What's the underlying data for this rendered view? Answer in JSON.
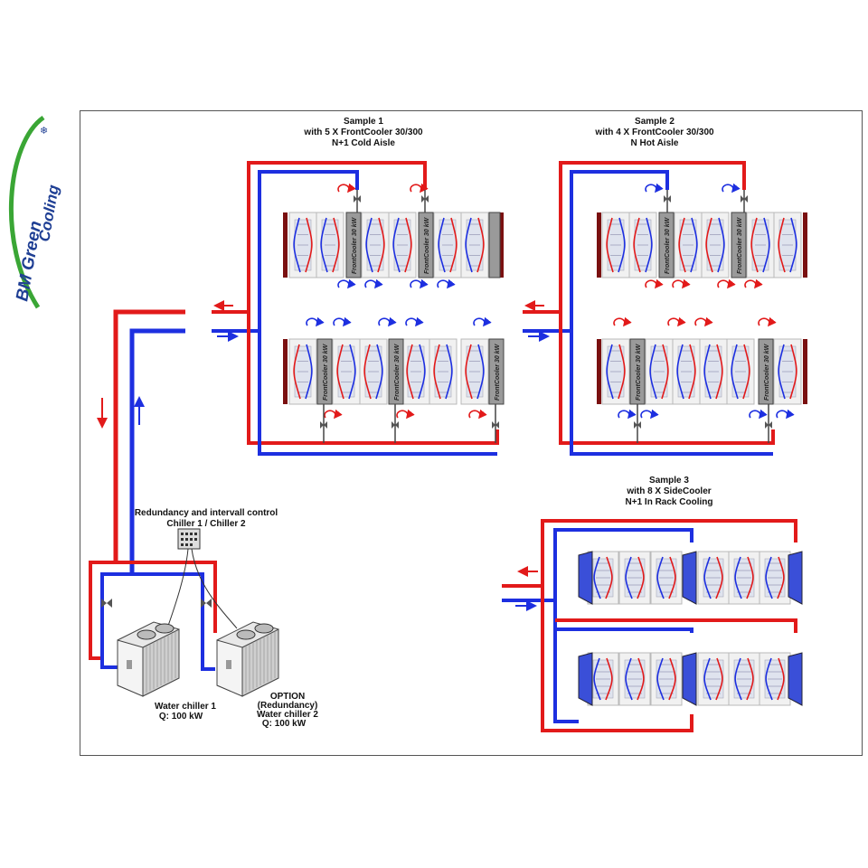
{
  "logo": {
    "line1": "BM Green",
    "line2": "Cooling",
    "colors": {
      "text": "#1f3f94",
      "swoosh": "#3aa635"
    }
  },
  "sample1": {
    "title": "Sample 1",
    "subtitle": "with 5 X FrontCooler 30/300",
    "mode": "N+1 Cold Aisle",
    "unit_label": "FrontCooler 30 kW"
  },
  "sample2": {
    "title": "Sample 2",
    "subtitle": "with 4 X FrontCooler 30/300",
    "mode": "N Hot Aisle",
    "unit_label": "FrontCooler 30 kW"
  },
  "sample3": {
    "title": "Sample 3",
    "subtitle": "with 8 X SideCooler",
    "mode": "N+1 In Rack Cooling"
  },
  "control": {
    "line1": "Redundancy and intervall control",
    "line2": "Chiller 1 / Chiller 2"
  },
  "chiller1": {
    "name": "Water chiller 1",
    "capacity": "Q: 100 kW"
  },
  "chiller2": {
    "line1": "OPTION",
    "line2": "(Redundancy)",
    "name": "Water chiller 2",
    "capacity": "Q: 100 kW"
  },
  "colors": {
    "supply": "#1d2fe0",
    "return": "#e21a1a",
    "rack_wall": "#7a1010",
    "cooler": "#9a9a9a"
  }
}
